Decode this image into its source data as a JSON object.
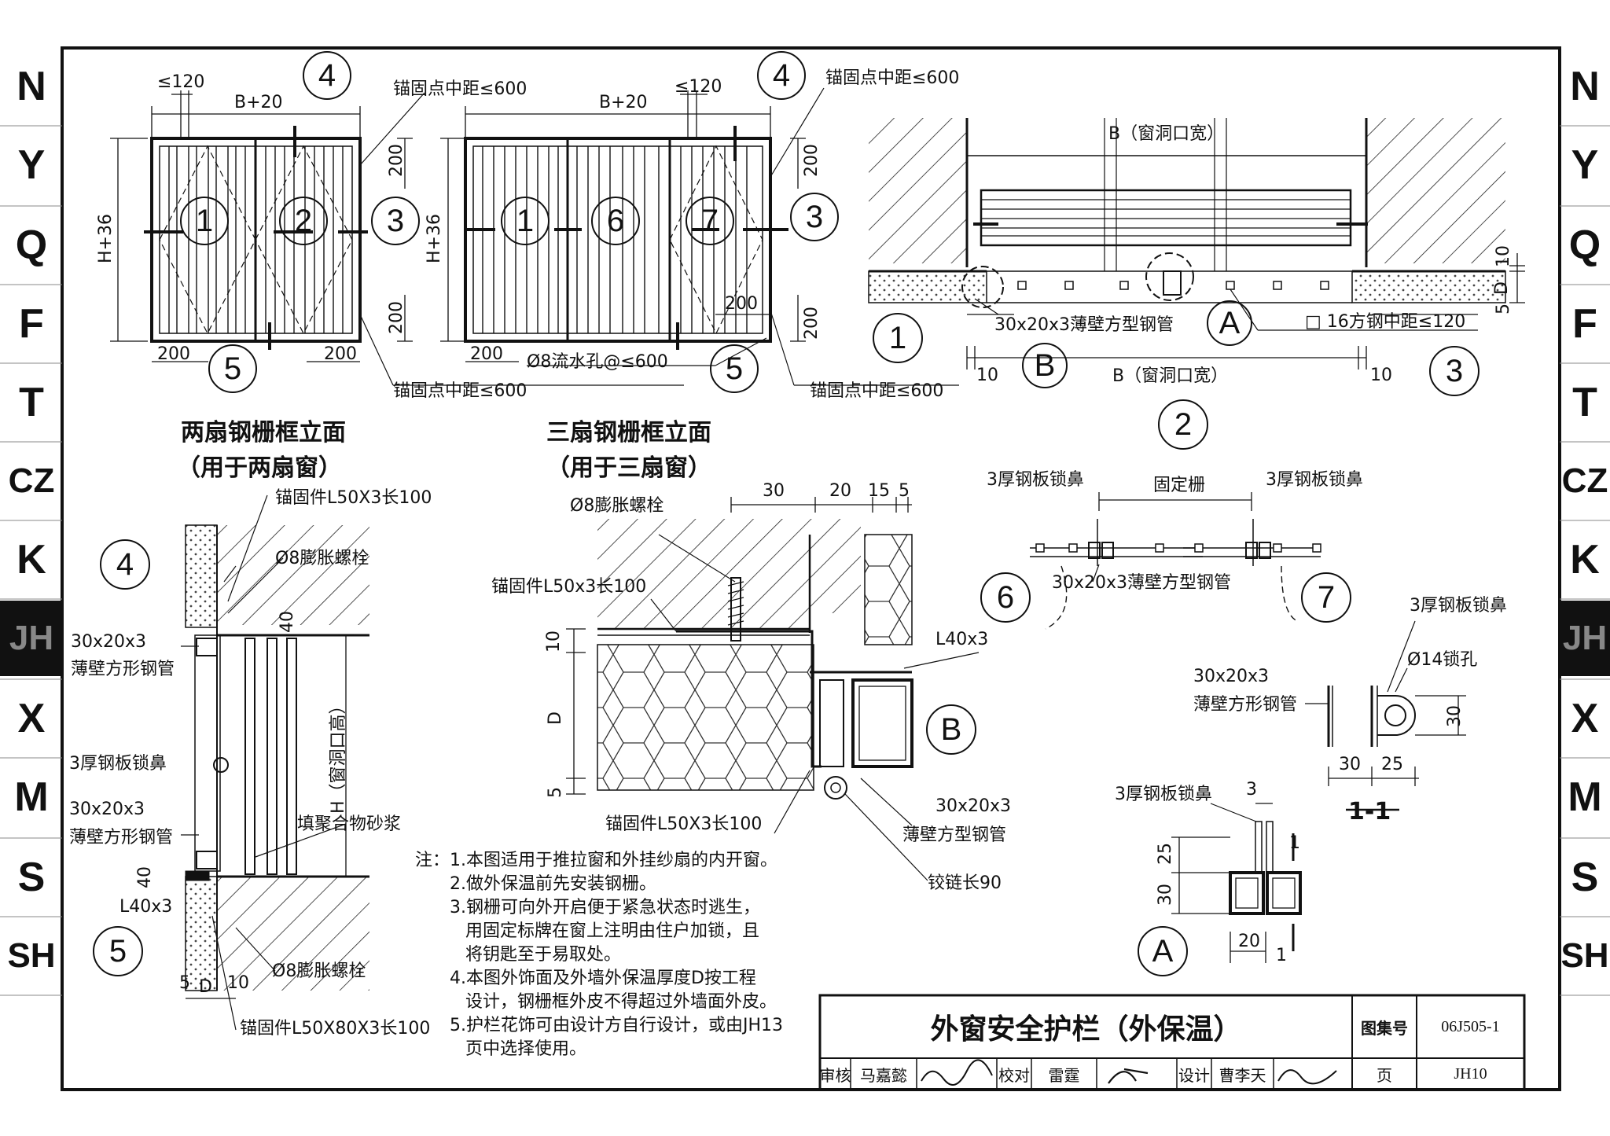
{
  "side_index": [
    "N",
    "Y",
    "Q",
    "F",
    "T",
    "CZ",
    "K",
    "JH",
    "X",
    "M",
    "S",
    "SH"
  ],
  "active_index": "JH",
  "elev_two": {
    "title": "两扇钢栅框立面",
    "subtitle": "（用于两扇窗）",
    "dim_top_gap": "≤120",
    "dim_width": "B+20",
    "dim_height": "H+36",
    "dim_200_a": "200",
    "dim_200_b": "200",
    "dim_200_c": "200",
    "dim_200_d": "200",
    "anchor_top": "锚固点中距≤600",
    "anchor_bottom": "锚固点中距≤600",
    "callouts": [
      "1",
      "2",
      "3",
      "4",
      "5"
    ]
  },
  "elev_three": {
    "title": "三扇钢栅框立面",
    "subtitle": "（用于三扇窗）",
    "dim_top_gap": "≤120",
    "dim_width": "B+20",
    "dim_height": "H+36",
    "dim_200_a": "200",
    "dim_200_b": "200",
    "dim_200_c": "200",
    "dim_200_d": "200",
    "anchor_top": "锚固点中距≤600",
    "anchor_bottom": "锚固点中距≤600",
    "drain_hole": "Ø8流水孔@≤600",
    "callouts": [
      "1",
      "6",
      "7",
      "3",
      "4",
      "5"
    ]
  },
  "plan_detail": {
    "width_top": "B（窗洞口宽）",
    "width_bottom": "B（窗洞口宽）",
    "tube_label": "30x20x3薄壁方型钢管",
    "bar_label": "□ 16方钢中距≤120",
    "dim_10_left": "10",
    "dim_10_right": "10",
    "dim_10_v": "10",
    "dim_d": "D",
    "dim_5": "5",
    "callouts": [
      "1",
      "2",
      "3",
      "A",
      "B"
    ]
  },
  "detail_45": {
    "anchor_top": "锚固件L50X3长100",
    "bolt_top": "Ø8膨胀螺栓",
    "dim_40_top": "40",
    "tube_top_1": "30x20x3",
    "tube_top_2": "薄壁方形钢管",
    "opening_height": "H（窗洞口高）",
    "lock_nose": "3厚钢板锁鼻",
    "tube_bot_1": "30x20x3",
    "tube_bot_2": "薄壁方形钢管",
    "mortar": "填聚合物砂浆",
    "dim_40_bot": "40",
    "angle": "L40x3",
    "bolt_bot": "Ø8膨胀螺栓",
    "anchor_bot": "锚固件L50X80X3长100",
    "dim_5": "5",
    "dim_d": "D",
    "dim_10": "10",
    "callouts": [
      "4",
      "5"
    ]
  },
  "detail_b": {
    "dim_30": "30",
    "dim_20": "20",
    "dim_15": "15",
    "dim_5": "5",
    "bolt": "Ø8膨胀螺栓",
    "anchor_top": "锚固件L50x3长100",
    "dim_10": "10",
    "dim_d": "D",
    "dim_5v": "5",
    "angle": "L40x3",
    "anchor_bot": "锚固件L50X3长100",
    "tube_1": "30x20x3",
    "tube_2": "薄壁方型钢管",
    "hinge": "铰链长90",
    "callout": "B"
  },
  "detail_67": {
    "lock_left": "3厚钢板锁鼻",
    "fixed": "固定栅",
    "lock_right": "3厚钢板锁鼻",
    "tube": "30x20x3薄壁方型钢管",
    "callouts": [
      "6",
      "7"
    ]
  },
  "detail_11": {
    "lock": "3厚钢板锁鼻",
    "hole": "Ø14锁孔",
    "tube_1": "30x20x3",
    "tube_2": "薄壁方形钢管",
    "dim_30v": "30",
    "dim_30": "30",
    "dim_25": "25",
    "title": "1-1"
  },
  "detail_a": {
    "lock": "3厚钢板锁鼻",
    "dim_3": "3",
    "dim_25": "25",
    "dim_30": "30",
    "dim_20": "20",
    "section_mark": "1",
    "section_mark_b": "1",
    "callout": "A"
  },
  "notes": {
    "prefix": "注：",
    "lines": [
      "1.本图适用于推拉窗和外挂纱扇的内开窗。",
      "2.做外保温前先安装钢栅。",
      "3.钢栅可向外开启便于紧急状态时逃生，",
      "用固定标牌在窗上注明由住户加锁，且",
      "将钥匙至于易取处。",
      "4.本图外饰面及外墙外保温厚度D按工程",
      "设计，钢栅框外皮不得超过外墙面外皮。",
      "5.护栏花饰可由设计方自行设计，或由JH13",
      "页中选择使用。"
    ]
  },
  "title_block": {
    "title": "外窗安全护栏（外保温）",
    "atlas_label": "图集号",
    "atlas_no": "06J505-1",
    "review_label": "审核",
    "reviewer": "马嘉懿",
    "check_label": "校对",
    "checker": "雷霆",
    "design_label": "设计",
    "designer": "曹李天",
    "page_label": "页",
    "page_no": "JH10"
  }
}
